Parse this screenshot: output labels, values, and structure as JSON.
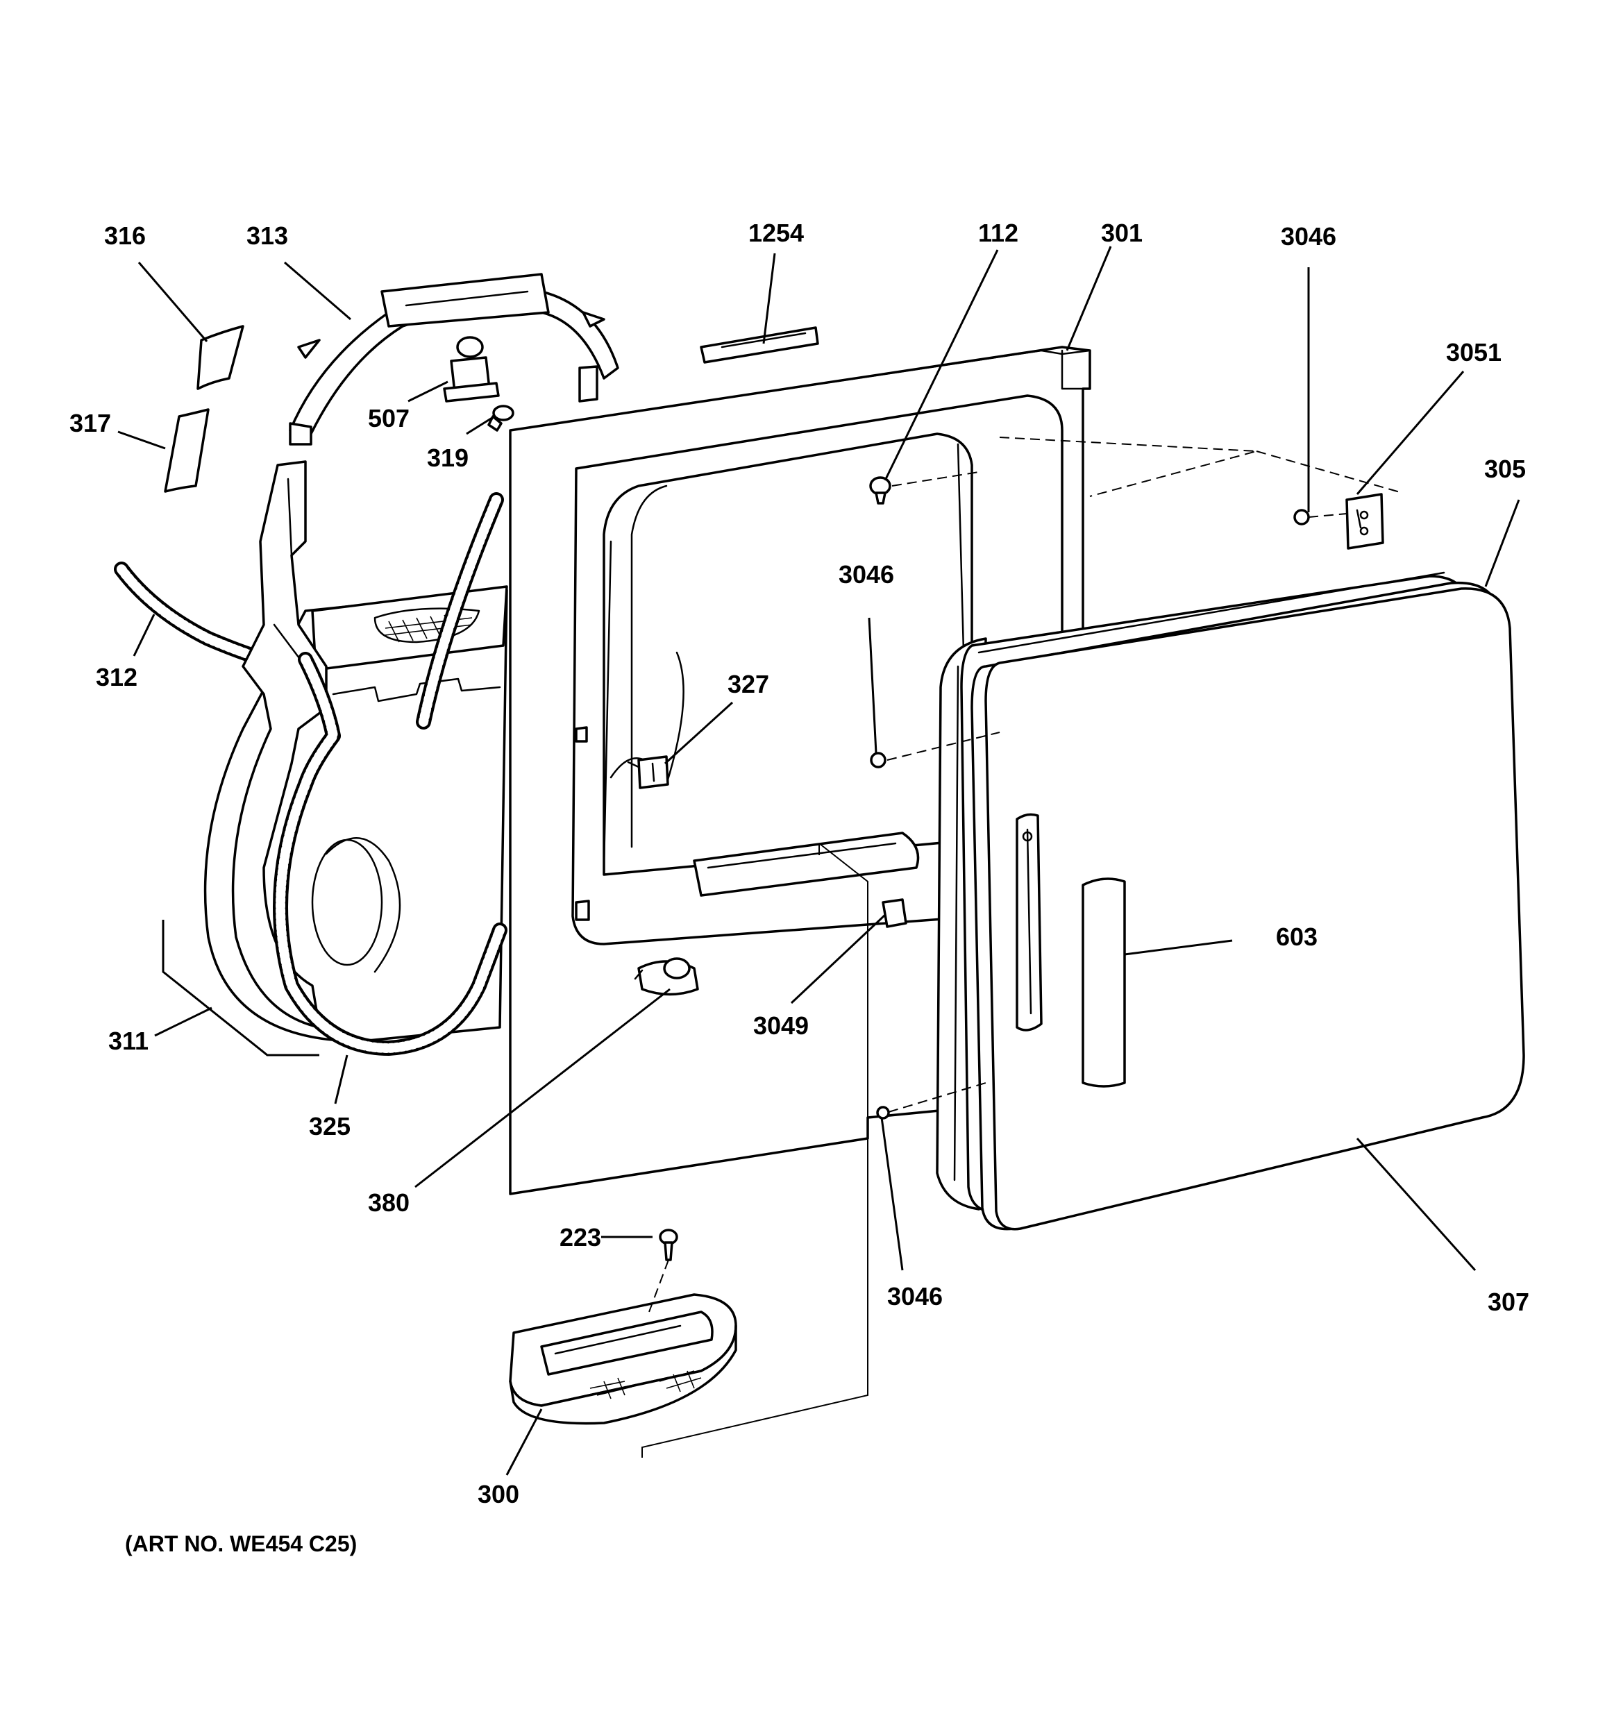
{
  "art_number": "(ART NO. WE454 C25)",
  "callouts": [
    {
      "id": "316",
      "text": "316"
    },
    {
      "id": "313",
      "text": "313"
    },
    {
      "id": "317",
      "text": "317"
    },
    {
      "id": "507",
      "text": "507"
    },
    {
      "id": "319",
      "text": "319"
    },
    {
      "id": "312",
      "text": "312"
    },
    {
      "id": "311",
      "text": "311"
    },
    {
      "id": "325",
      "text": "325"
    },
    {
      "id": "1254",
      "text": "1254"
    },
    {
      "id": "112",
      "text": "112"
    },
    {
      "id": "301",
      "text": "301"
    },
    {
      "id": "3046a",
      "text": "3046"
    },
    {
      "id": "3051",
      "text": "3051"
    },
    {
      "id": "305",
      "text": "305"
    },
    {
      "id": "3046b",
      "text": "3046"
    },
    {
      "id": "327",
      "text": "327"
    },
    {
      "id": "603",
      "text": "603"
    },
    {
      "id": "3049",
      "text": "3049"
    },
    {
      "id": "380",
      "text": "380"
    },
    {
      "id": "3046c",
      "text": "3046"
    },
    {
      "id": "307",
      "text": "307"
    },
    {
      "id": "223",
      "text": "223"
    },
    {
      "id": "300",
      "text": "300"
    }
  ]
}
